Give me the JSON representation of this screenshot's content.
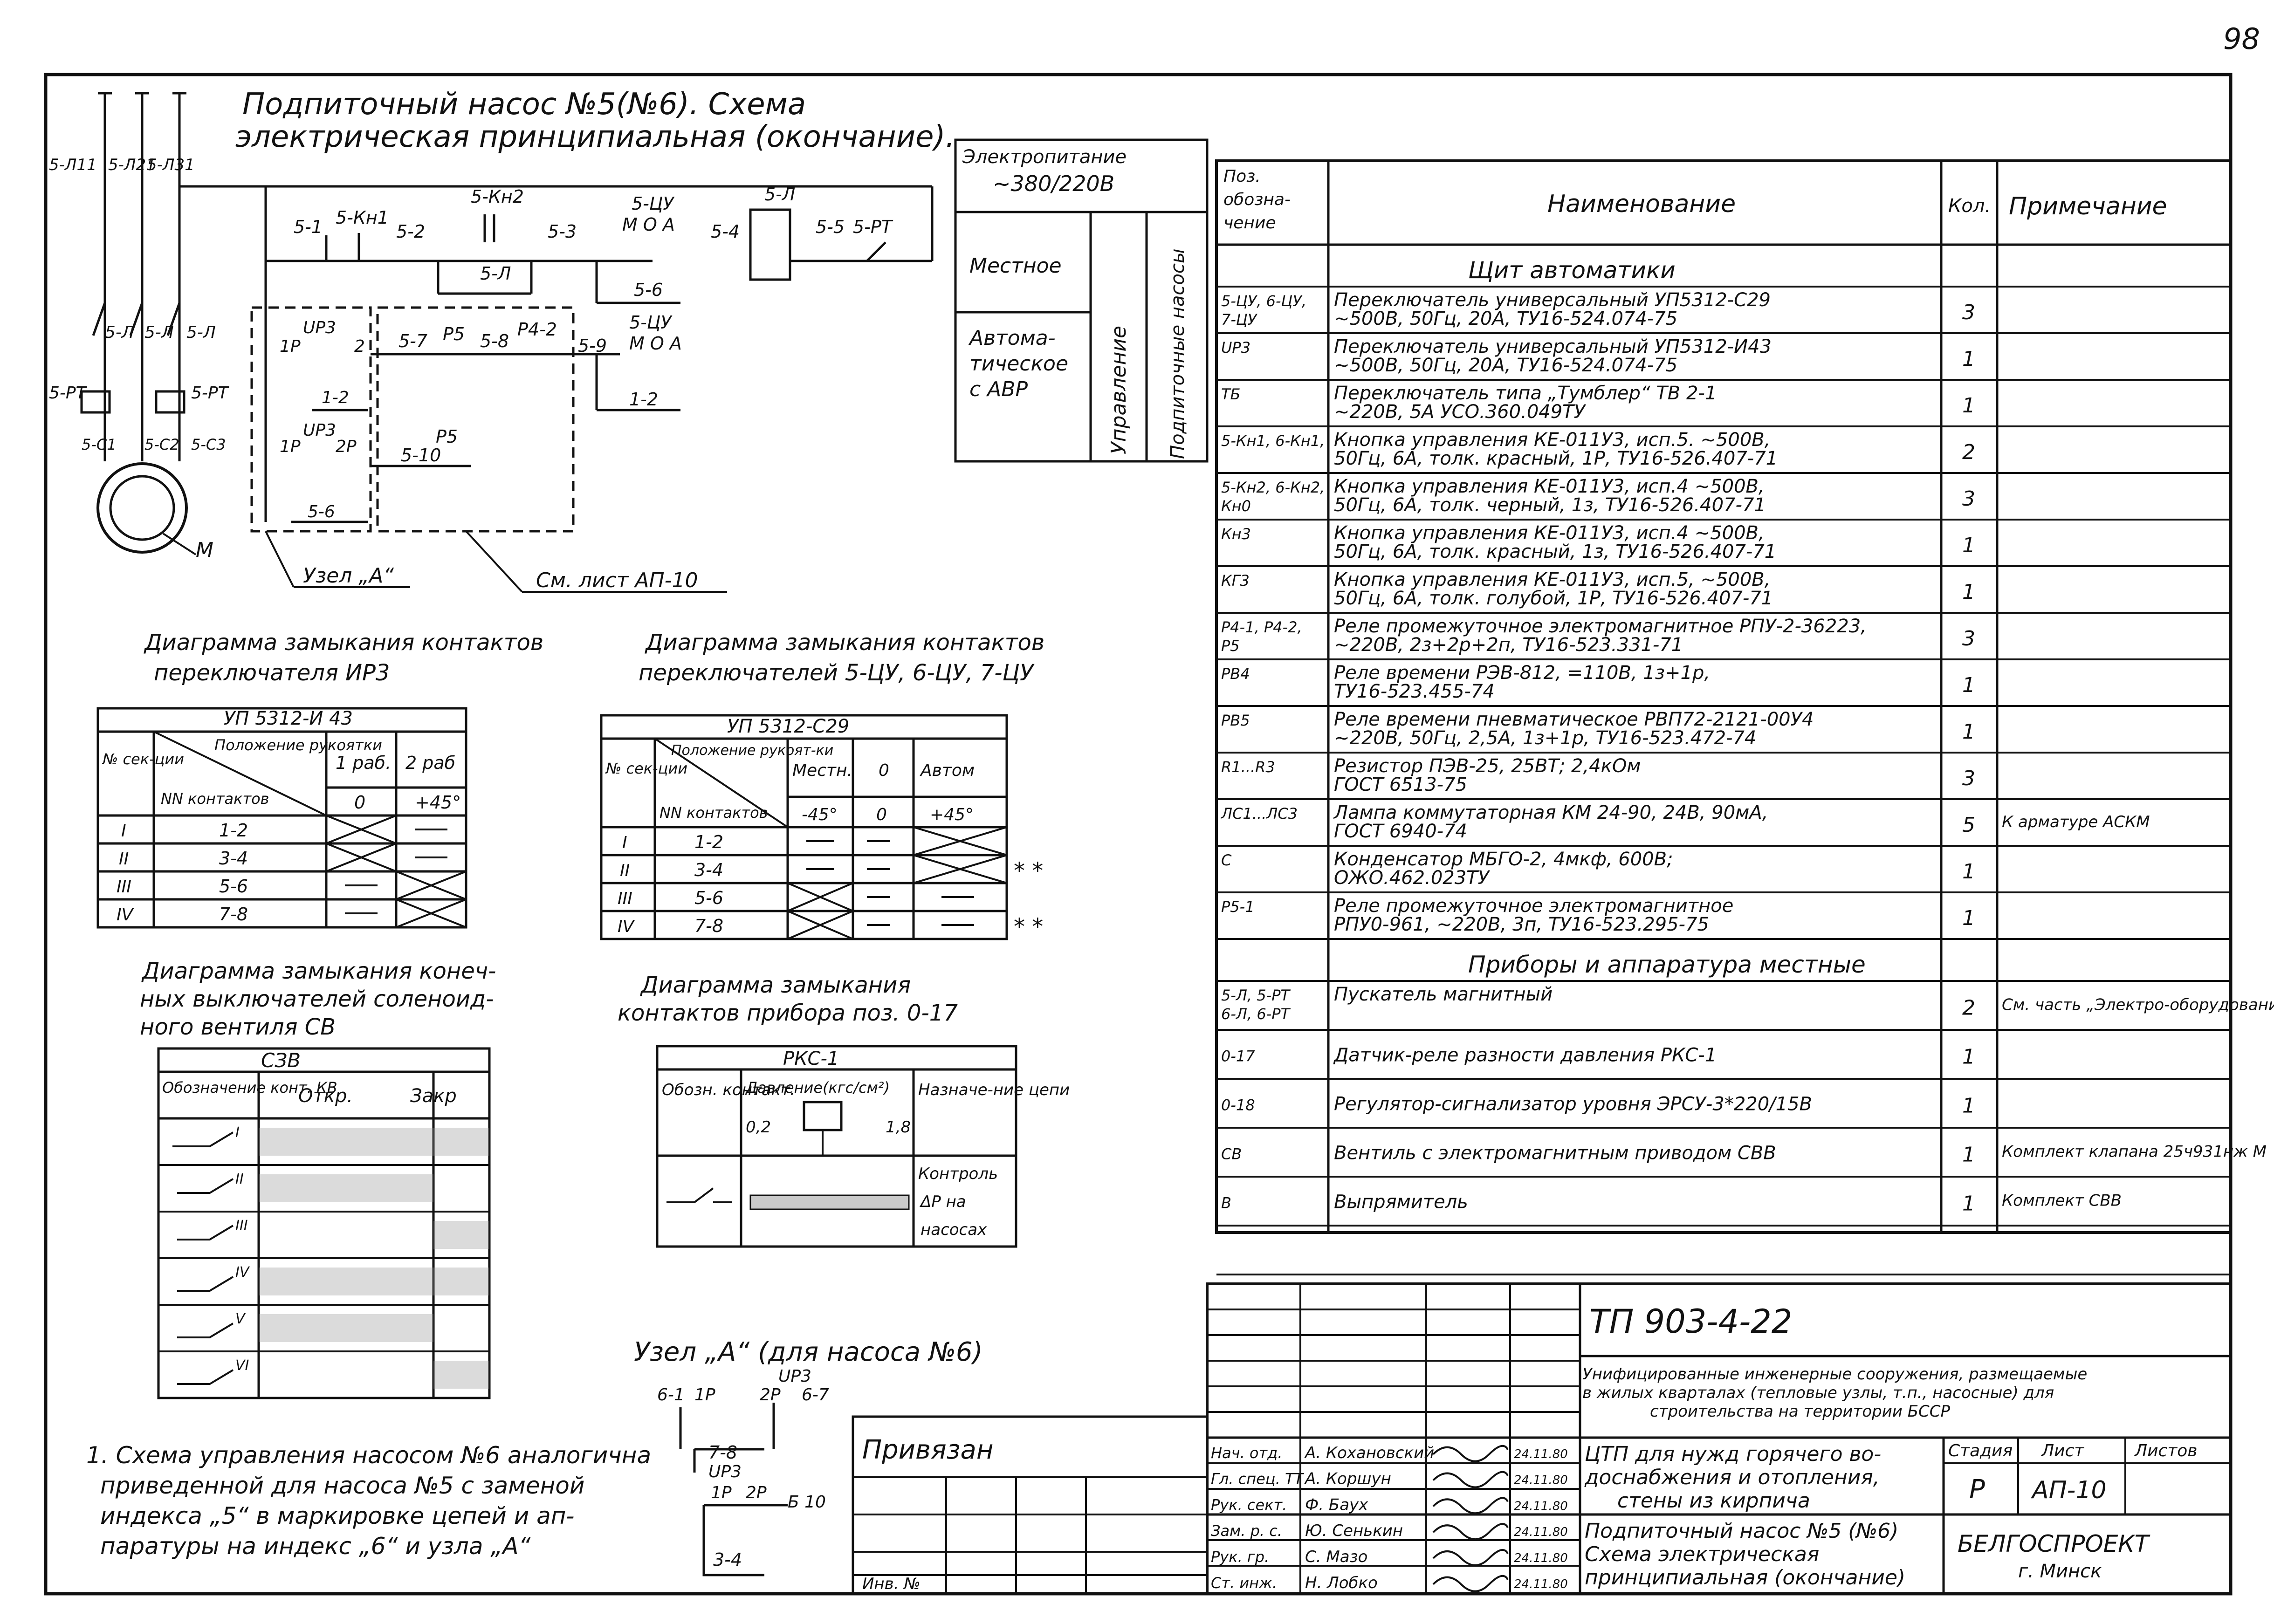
{
  "sheet_number": "98",
  "title": {
    "line1": "Подпиточный насос №5(№6). Схема",
    "line2": "электрическая принципиальная (окончание)."
  },
  "schematic": {
    "supply": [
      "5-Л11",
      "5-Л21",
      "5-Л31"
    ],
    "breakers": [
      "5-Л",
      "5-Л",
      "5-Л"
    ],
    "relays": [
      "5-РТ",
      "5-РТ"
    ],
    "terminals": [
      "5-С1",
      "5-С2",
      "5-С3"
    ],
    "motor": "М",
    "nodes": [
      "5-1",
      "5-Кн1",
      "5-2",
      "5-Кн2",
      "5-3",
      "5-ЦУ",
      "М О А",
      "5-4",
      "5-Л",
      "5-5",
      "5-РТ",
      "5-Л",
      "5-6",
      "5-ЦУ",
      "М О А",
      "1-2",
      "UP3",
      "1Р",
      "2",
      "5-7",
      "Р5",
      "5-8",
      "Р4-2",
      "5-9",
      "1-2",
      "UP3",
      "1Р",
      "2Р",
      "5-10",
      "Р5",
      "5-6"
    ],
    "node_a_label": "Узел „А“",
    "see_sheet": "См. лист АП-10",
    "supply_box": {
      "power": "Электропитание",
      "voltage": "~380/220В",
      "local": "Местное",
      "auto1": "Автома-",
      "auto2": "тическое",
      "auto3": "с АВР",
      "control": "Управление",
      "pumps": "Подпиточные насосы"
    }
  },
  "diagrams": {
    "d1": {
      "title1": "Диаграмма замыкания контактов",
      "title2": "переключателя ИР3",
      "model": "УП 5312-И 43",
      "h_num": "№ сек-ции",
      "h_pos": "Положение рукоятки",
      "h_contacts": "NN контактов",
      "cols": [
        "1 раб.",
        "2 раб"
      ],
      "angles": [
        "0",
        "+45°"
      ],
      "rows": [
        [
          "I",
          "1-2"
        ],
        [
          "II",
          "3-4"
        ],
        [
          "III",
          "5-6"
        ],
        [
          "IV",
          "7-8"
        ]
      ]
    },
    "d2": {
      "title1": "Диаграмма замыкания контактов",
      "title2": "переключателей 5-ЦУ, 6-ЦУ, 7-ЦУ",
      "model": "УП 5312-С29",
      "h_num": "№ сек-ции",
      "h_pos": "Положение рукоят-ки",
      "h_contacts": "NN контактов",
      "cols": [
        "Местн.",
        "0",
        "Автом"
      ],
      "angles": [
        "-45°",
        "0",
        "+45°"
      ],
      "rows": [
        [
          "I",
          "1-2"
        ],
        [
          "II",
          "3-4"
        ],
        [
          "III",
          "5-6"
        ],
        [
          "IV",
          "7-8"
        ]
      ],
      "marks": [
        "* *",
        "* *"
      ]
    },
    "d3": {
      "title1": "Диаграмма замыкания конеч-",
      "title2": "ных выключателей соленоид-",
      "title3": "ного вентиля СВ",
      "header": "СЗВ",
      "h_contacts": "Обозначение конт. КВ",
      "cols": [
        "Откр.",
        "Закр"
      ],
      "rows": [
        "I",
        "II",
        "III",
        "IV",
        "V",
        "VI"
      ]
    },
    "d4": {
      "title1": "Диаграмма замыкания",
      "title2": "контактов прибора поз. 0-17",
      "header": "РКС-1",
      "h_contacts": "Обозн. контакт.",
      "h_pressure": "Давление(кгс/см²)",
      "p_low": "0,2",
      "p_high": "1,8",
      "h_purpose": "Назначе-ние цепи",
      "purpose_text": [
        "Контроль",
        "ΔР на",
        "насосах"
      ]
    },
    "node_a": {
      "title": "Узел „А“ (для насоса №6)",
      "labels": [
        "UP3",
        "6-1",
        "1Р",
        "2Р",
        "6-7",
        "7-8",
        "UP3",
        "1Р",
        "2Р",
        "Б 10",
        "3-4"
      ]
    }
  },
  "note": [
    "1. Схема управления насосом №6 аналогична",
    "приведенной для насоса №5 с заменой",
    "индекса „5“ в маркировке цепей и ап-",
    "паратуры на индекс „6“ и узла „А“"
  ],
  "spec_table": {
    "headers": {
      "pos": [
        "Поз.",
        "обозна-",
        "чение"
      ],
      "name": "Наименование",
      "qty": "Кол.",
      "note": "Примечание"
    },
    "section1": "Щит автоматики",
    "rows1": [
      {
        "pos": [
          "5-ЦУ, 6-ЦУ,",
          "7-ЦУ"
        ],
        "name": [
          "Переключатель универсальный УП5312-С29",
          "~500В, 50Гц, 20А, ТУ16-524.074-75"
        ],
        "qty": "3",
        "note": ""
      },
      {
        "pos": [
          "UP3"
        ],
        "name": [
          "Переключатель универсальный УП5312-И43",
          "~500В, 50Гц, 20А, ТУ16-524.074-75"
        ],
        "qty": "1",
        "note": ""
      },
      {
        "pos": [
          "ТБ"
        ],
        "name": [
          "Переключатель типа „Тумблер“ ТВ 2-1",
          "~220В, 5А УСО.360.049ТУ"
        ],
        "qty": "1",
        "note": ""
      },
      {
        "pos": [
          "5-Кн1, 6-Кн1,"
        ],
        "name": [
          "Кнопка управления КЕ-011У3, исп.5. ~500В,",
          "50Гц, 6А, толк. красный, 1Р, ТУ16-526.407-71"
        ],
        "qty": "2",
        "note": ""
      },
      {
        "pos": [
          "5-Кн2, 6-Кн2,",
          "Кн0"
        ],
        "name": [
          "Кнопка управления КЕ-011У3, исп.4 ~500В,",
          "50Гц, 6А, толк. черный, 1з, ТУ16-526.407-71"
        ],
        "qty": "3",
        "note": ""
      },
      {
        "pos": [
          "Кн3"
        ],
        "name": [
          "Кнопка управления КЕ-011У3, исп.4 ~500В,",
          "50Гц, 6А, толк. красный, 1з, ТУ16-526.407-71"
        ],
        "qty": "1",
        "note": ""
      },
      {
        "pos": [
          "КГ3"
        ],
        "name": [
          "Кнопка управления КЕ-011У3, исп.5, ~500В,",
          "50Гц, 6А, толк. голубой, 1Р, ТУ16-526.407-71"
        ],
        "qty": "1",
        "note": ""
      },
      {
        "pos": [
          "Р4-1, Р4-2,",
          "Р5"
        ],
        "name": [
          "Реле промежуточное электромагнитное РПУ-2-36223,",
          "~220В, 2з+2р+2п, ТУ16-523.331-71"
        ],
        "qty": "3",
        "note": ""
      },
      {
        "pos": [
          "РВ4"
        ],
        "name": [
          "Реле времени РЭВ-812, =110В, 1з+1р,",
          "ТУ16-523.455-74"
        ],
        "qty": "1",
        "note": ""
      },
      {
        "pos": [
          "РВ5"
        ],
        "name": [
          "Реле времени пневматическое РВП72-2121-00У4",
          "~220В, 50Гц, 2,5А, 1з+1р, ТУ16-523.472-74"
        ],
        "qty": "1",
        "note": ""
      },
      {
        "pos": [
          "R1...R3"
        ],
        "name": [
          "Резистор ПЭВ-25, 25ВТ; 2,4кОм",
          "ГОСТ 6513-75"
        ],
        "qty": "3",
        "note": ""
      },
      {
        "pos": [
          "ЛС1...ЛС3"
        ],
        "name": [
          "Лампа коммутаторная КМ 24-90, 24В, 90мА,",
          "ГОСТ 6940-74"
        ],
        "qty": "5",
        "note": "К арматуре АСКМ"
      },
      {
        "pos": [
          "С"
        ],
        "name": [
          "Конденсатор МБГО-2, 4мкф, 600В;",
          "ОЖО.462.023ТУ"
        ],
        "qty": "1",
        "note": ""
      },
      {
        "pos": [
          "Р5-1"
        ],
        "name": [
          "Реле промежуточное электромагнитное",
          "РПУ0-961, ~220В, 3п, ТУ16-523.295-75"
        ],
        "qty": "1",
        "note": ""
      }
    ],
    "section2": "Приборы и аппаратура местные",
    "rows2": [
      {
        "pos": [
          "5-Л, 5-РТ",
          "6-Л, 6-РТ"
        ],
        "name": [
          "Пускатель магнитный"
        ],
        "qty": "2",
        "note": "См. часть „Электро-оборудование“"
      },
      {
        "pos": [
          "0-17"
        ],
        "name": [
          "Датчик-реле разности давления РКС-1"
        ],
        "qty": "1",
        "note": ""
      },
      {
        "pos": [
          "0-18"
        ],
        "name": [
          "Регулятор-сигнализатор уровня ЭРСУ-3*220/15В"
        ],
        "qty": "1",
        "note": ""
      },
      {
        "pos": [
          "СВ"
        ],
        "name": [
          "Вентиль с электромагнитным приводом СВВ"
        ],
        "qty": "1",
        "note": "Комплект клапана 25ч931нж М"
      },
      {
        "pos": [
          "В"
        ],
        "name": [
          "Выпрямитель"
        ],
        "qty": "1",
        "note": "Комплект СВВ"
      },
      {
        "pos": [
          ""
        ],
        "name": [
          ""
        ],
        "qty": "",
        "note": ""
      }
    ]
  },
  "title_block": {
    "project_code": "ТП 903-4-22",
    "project_desc": [
      "Унифицированные инженерные сооружения, размещаемые",
      "в жилых кварталах (тепловые узлы, т.п., насосные) для",
      "строительства на территории БССР"
    ],
    "object": [
      "ЦТП для нужд горячего во-",
      "доснабжения и отопления,",
      "стены из кирпича"
    ],
    "sheet_title": [
      "Подпиточный насос №5 (№6)",
      "Схема электрическая",
      "принципиальная (окончание)"
    ],
    "stage_label": "Стадия",
    "sheet_label": "Лист",
    "sheets_label": "Листов",
    "stage": "Р",
    "sheet": "АП-10",
    "org": "БЕЛГОСПРОЕКТ",
    "city": "г. Минск",
    "linked": "Привязан",
    "inv": "Инв. №",
    "staff": [
      {
        "role": "Нач. отд.",
        "name": "А. Кохановский",
        "date": "24.11.80"
      },
      {
        "role": "Гл. спец. ТТ",
        "name": "А. Коршун",
        "date": "24.11.80"
      },
      {
        "role": "Рук. сект.",
        "name": "Ф. Баух",
        "date": "24.11.80"
      },
      {
        "role": "Зам. р. с.",
        "name": "Ю. Сенькин",
        "date": "24.11.80"
      },
      {
        "role": "Рук. гр.",
        "name": "С. Мазо",
        "date": "24.11.80"
      },
      {
        "role": "Ст. инж.",
        "name": "Н. Лобко",
        "date": "24.11.80"
      }
    ]
  }
}
